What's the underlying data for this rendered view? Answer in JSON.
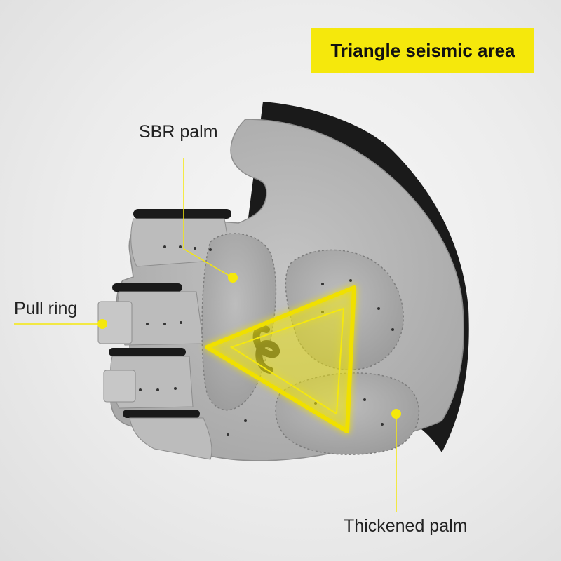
{
  "title": "Triangle seismic area",
  "callouts": {
    "sbr_palm": "SBR palm",
    "pull_ring": "Pull ring",
    "thickened_palm": "Thickened palm"
  },
  "colors": {
    "accent_yellow": "#f5e80c",
    "palm_gray": "#b9b9b9",
    "pad_gray": "#a9a9a9",
    "glove_black": "#1a1a1a",
    "background": "#eeeeee"
  }
}
